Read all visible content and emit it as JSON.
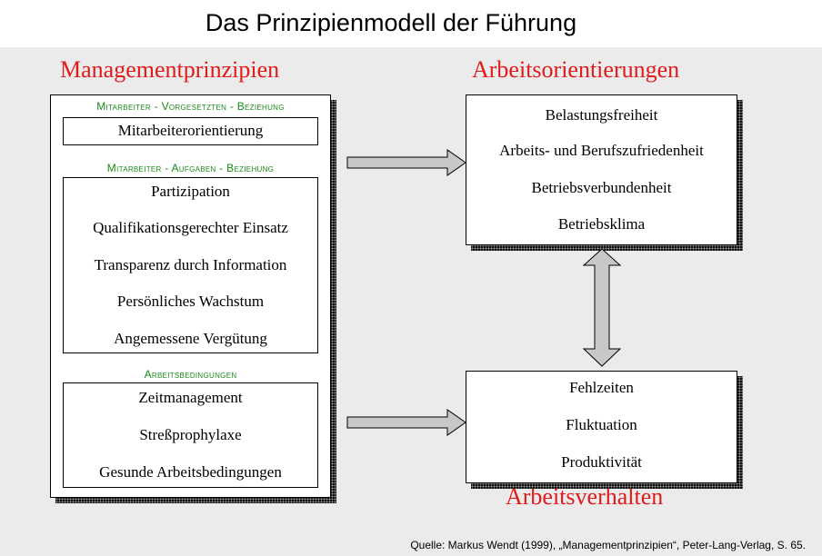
{
  "title": "Das Prinzipienmodell der Führung",
  "left": {
    "heading": "Managementprinzipien",
    "groups": [
      {
        "label": "Mitarbeiter - Vorgesetzten - Beziehung",
        "items": [
          "Mitarbeiterorientierung"
        ]
      },
      {
        "label": "Mitarbeiter - Aufgaben - Beziehung",
        "items": [
          "Partizipation",
          "Qualifikationsgerechter Einsatz",
          "Transparenz durch Information",
          "Persönliches Wachstum",
          "Angemessene Vergütung"
        ]
      },
      {
        "label": "Arbeitsbedingungen",
        "items": [
          "Zeitmanagement",
          "Streßprophylaxe",
          "Gesunde Arbeitsbedingungen"
        ]
      }
    ]
  },
  "right_top": {
    "heading": "Arbeitsorientierungen",
    "items": [
      "Belastungsfreiheit",
      "Arbeits- und Berufszufriedenheit",
      "Betriebsverbundenheit",
      "Betriebsklima"
    ]
  },
  "right_bottom": {
    "heading": "Arbeitsverhalten",
    "items": [
      "Fehlzeiten",
      "Fluktuation",
      "Produktivität"
    ]
  },
  "source": "Quelle: Markus Wendt (1999), „Managementprinzipien“, Peter-Lang-Verlag, S. 65.",
  "colors": {
    "heading": "#e01b1b",
    "group_label": "#1a8a1a",
    "arrow_fill": "#c8c8c8",
    "background": "#ebebeb"
  }
}
